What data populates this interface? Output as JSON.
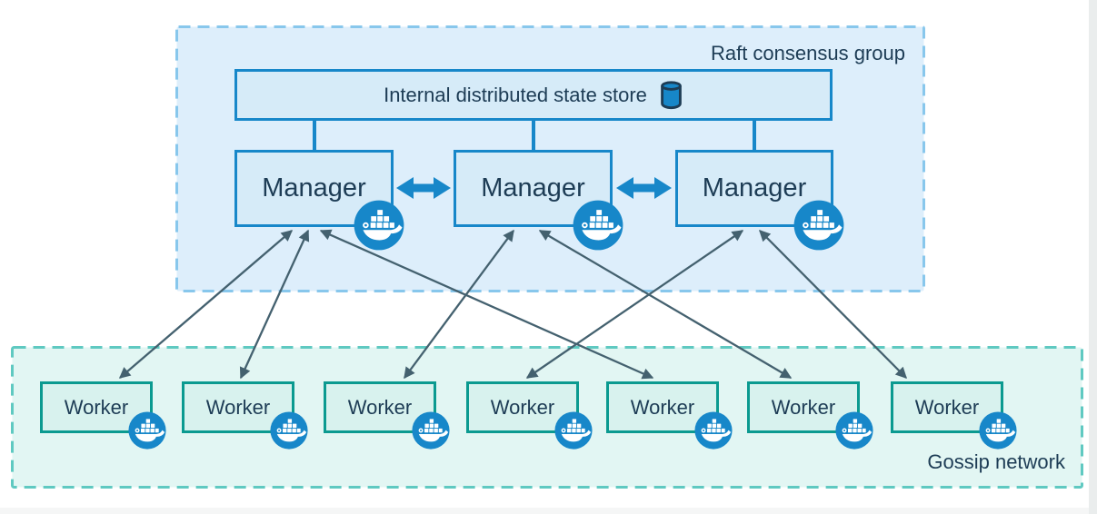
{
  "raft_group": {
    "label": "Raft consensus group",
    "state_store": {
      "label": "Internal distributed state store",
      "icon": "database-cylinder-icon"
    },
    "managers": [
      {
        "id": "manager-1",
        "label": "Manager",
        "icon": "docker-whale-icon"
      },
      {
        "id": "manager-2",
        "label": "Manager",
        "icon": "docker-whale-icon"
      },
      {
        "id": "manager-3",
        "label": "Manager",
        "icon": "docker-whale-icon"
      }
    ]
  },
  "gossip_network": {
    "label": "Gossip network",
    "workers": [
      {
        "id": "worker-1",
        "label": "Worker",
        "icon": "docker-whale-icon"
      },
      {
        "id": "worker-2",
        "label": "Worker",
        "icon": "docker-whale-icon"
      },
      {
        "id": "worker-3",
        "label": "Worker",
        "icon": "docker-whale-icon"
      },
      {
        "id": "worker-4",
        "label": "Worker",
        "icon": "docker-whale-icon"
      },
      {
        "id": "worker-5",
        "label": "Worker",
        "icon": "docker-whale-icon"
      },
      {
        "id": "worker-6",
        "label": "Worker",
        "icon": "docker-whale-icon"
      },
      {
        "id": "worker-7",
        "label": "Worker",
        "icon": "docker-whale-icon"
      }
    ]
  },
  "connections": {
    "manager_peer_links": [
      [
        "manager-1",
        "manager-2"
      ],
      [
        "manager-2",
        "manager-3"
      ]
    ],
    "manager_worker_links": [
      [
        "manager-1",
        "worker-1"
      ],
      [
        "manager-1",
        "worker-2"
      ],
      [
        "manager-1",
        "worker-5"
      ],
      [
        "manager-2",
        "worker-3"
      ],
      [
        "manager-2",
        "worker-6"
      ],
      [
        "manager-3",
        "worker-4"
      ],
      [
        "manager-3",
        "worker-7"
      ]
    ],
    "style": {
      "manager_peer": "thick-blue-double-arrow",
      "manager_worker": "thin-slate-double-arrow"
    }
  },
  "colors": {
    "blue_accent": "#1787c9",
    "blue_fill": "#d6ebf8",
    "raft_fill": "#ddeefb",
    "raft_dash": "#88c7ec",
    "teal_border": "#0b9a90",
    "worker_fill": "#d8f2ee",
    "gossip_fill": "#e2f6f3",
    "gossip_dash": "#5fc9c1",
    "link_arrow": "#44616f",
    "text": "#1d3c55",
    "docker_badge": "#1787c9"
  }
}
